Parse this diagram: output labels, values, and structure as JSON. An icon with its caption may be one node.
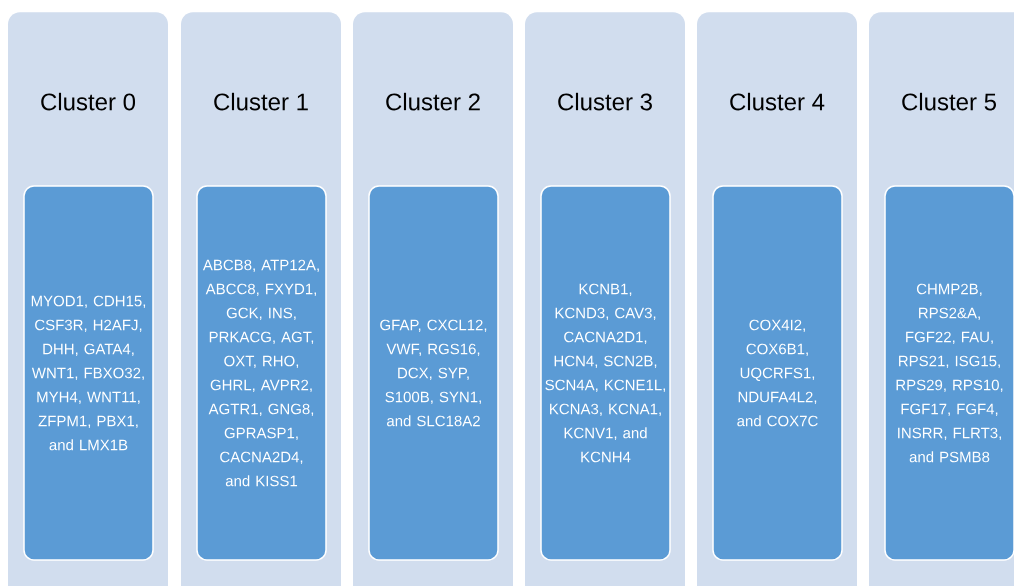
{
  "diagram": {
    "nodes": [
      {
        "text": [
          "Cluster 0"
        ]
      },
      {
        "text": [
          "MYOD1, CDH15, CSF3R, H2AFJ, DHH, GATA4, WNT1, FBXO32, MYH4, WNT11, ZFPM1, PBX1, and LMX1B"
        ],
        "in": 0
      },
      {
        "text": [
          "Cluster 1"
        ]
      },
      {
        "text": [
          "ABCB8, ATP12A, ABCC8, FXYD1, GCK, INS, PRKACG, AGT, OXT, RHO, GHRL, AVPR2, AGTR1, GNG8, GPRASP1, CACNA2D4, and KISS1"
        ],
        "in": 2
      },
      {
        "text": [
          "Cluster 2"
        ]
      },
      {
        "text": [
          "GFAP, CXCL12, VWF, RGS16, DCX, SYP, S100B, SYN1, and SLC18A2"
        ],
        "in": 4
      },
      {
        "text": [
          "Cluster 3"
        ]
      },
      {
        "text": [
          "KCNB1, KCND3, CAV3, CACNA2D1, HCN4, SCN2B, SCN4A, KCNE1L, KCNA3, KCNA1, KCNV1, and KCNH4"
        ],
        "in": 6
      },
      {
        "text": [
          "Cluster 4"
        ]
      },
      {
        "text": [
          "COX4I2, COX6B1, UQCRFS1, NDUFA4L2, and COX7C"
        ],
        "in": 8
      },
      {
        "text": [
          "Cluster 5"
        ]
      },
      {
        "text": [
          "CHMP2B, RPS2&A, FGF22, FAU, RPS21, ISG15, RPS29, RPS10, FGF17, FGF4, INSRR, FLRT3, and PSMB8"
        ],
        "in": 10
      }
    ]
  }
}
